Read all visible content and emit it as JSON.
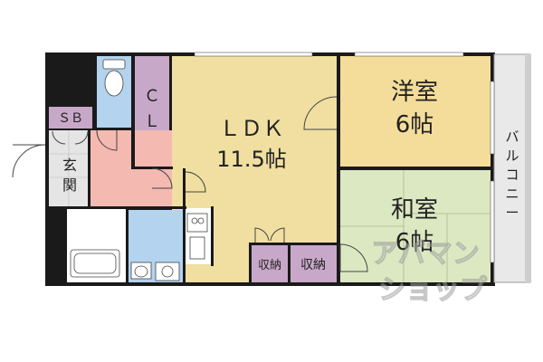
{
  "rooms": {
    "ldk": {
      "name": "ＬＤＫ",
      "size": "11.5帖"
    },
    "western": {
      "name": "洋室",
      "size": "6帖"
    },
    "japanese": {
      "name": "和室",
      "size": "6帖"
    },
    "closet": {
      "line1": "Ｃ",
      "line2": "Ｌ"
    },
    "shoe_box": "ＳＢ",
    "entrance": {
      "line1": "玄",
      "line2": "関"
    },
    "storage_1": "収納",
    "storage_2": "収納",
    "balcony": [
      "バ",
      "ル",
      "コ",
      "ニ",
      "ー"
    ]
  },
  "watermark": {
    "line1": "アパマン",
    "line2": "ショップ"
  },
  "colors": {
    "wall": "#1a1a1a",
    "ldk_floor": "#f0dfa0",
    "western_floor": "#f4dd9b",
    "japanese_floor": "#dce8c2",
    "closet_floor": "#c8a8c8",
    "wet_area_floor": "#b3d3ee",
    "entrance_floor": "#e5e5e5",
    "hall_floor": "#f4b9b1",
    "balcony_floor": "#e9e9e9"
  }
}
